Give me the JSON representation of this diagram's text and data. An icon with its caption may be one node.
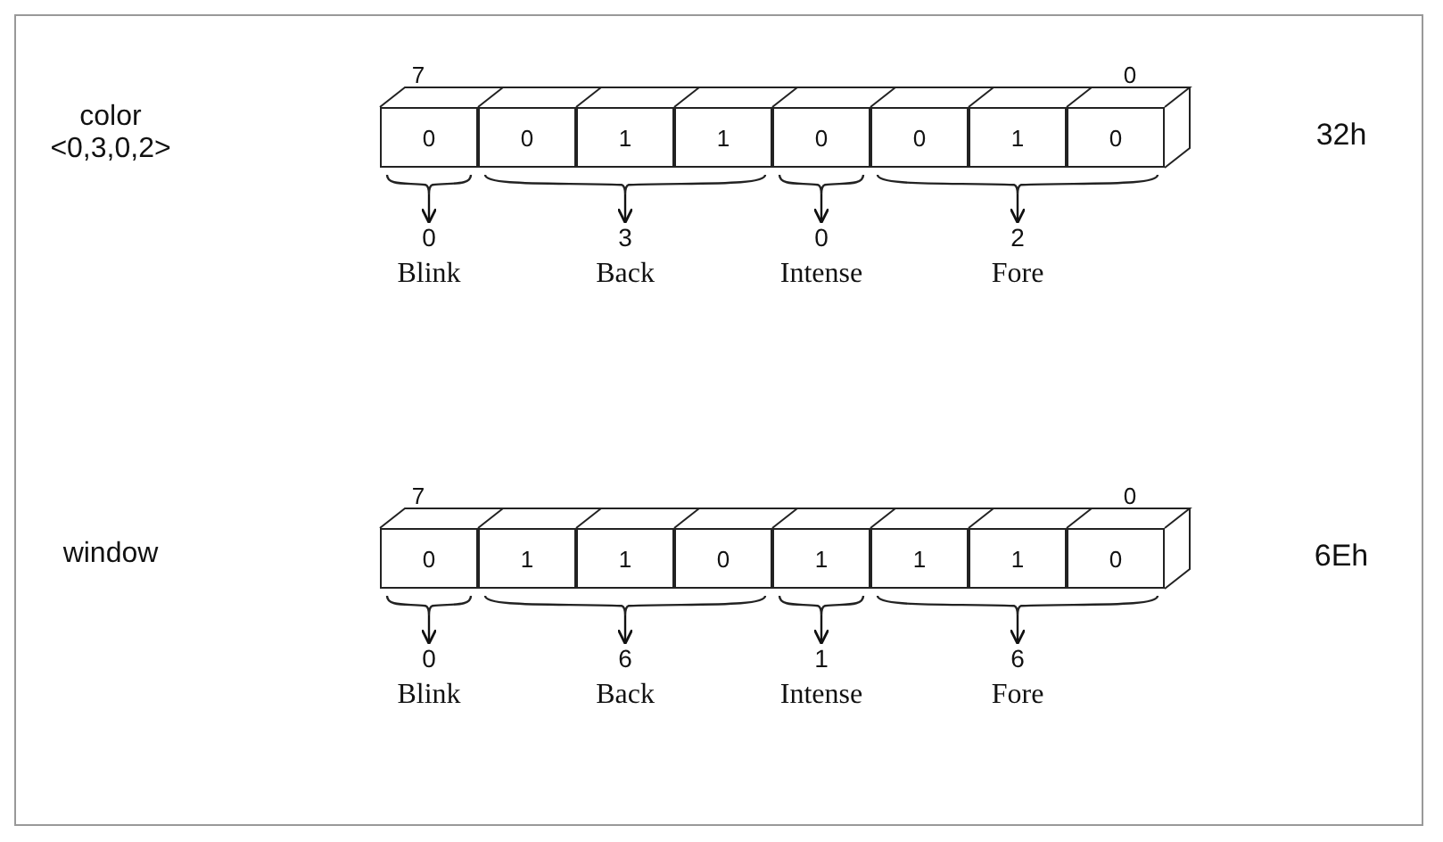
{
  "diagram": {
    "nodes": [
      {
        "text": [
          "0"
        ]
      },
      {
        "text": [
          "0"
        ]
      },
      {
        "text": [
          "1"
        ]
      },
      {
        "text": [
          "1"
        ]
      },
      {
        "text": [
          "0"
        ]
      },
      {
        "text": [
          "0"
        ]
      },
      {
        "text": [
          "1"
        ]
      },
      {
        "text": [
          "0"
        ]
      },
      {
        "text": [],
        "shape": "brace"
      },
      {
        "text": [],
        "shape": "brace"
      },
      {
        "text": [],
        "shape": "brace"
      },
      {
        "text": [],
        "shape": "brace"
      },
      {
        "text": [
          "0"
        ],
        "beside": [
          "Blink"
        ]
      },
      {
        "text": [
          "3"
        ],
        "beside": [
          "Back"
        ]
      },
      {
        "text": [
          "0"
        ],
        "beside": [
          "Intense"
        ]
      },
      {
        "text": [
          "2"
        ],
        "beside": [
          "Fore"
        ]
      },
      {
        "text": [
          "0"
        ]
      },
      {
        "text": [
          "1"
        ]
      },
      {
        "text": [
          "1"
        ]
      },
      {
        "text": [
          "0"
        ]
      },
      {
        "text": [
          "1"
        ]
      },
      {
        "text": [
          "1"
        ]
      },
      {
        "text": [
          "1"
        ]
      },
      {
        "text": [
          "0"
        ]
      },
      {
        "text": [],
        "shape": "brace"
      },
      {
        "text": [],
        "shape": "brace"
      },
      {
        "text": [],
        "shape": "brace"
      },
      {
        "text": [],
        "shape": "brace"
      },
      {
        "text": [
          "0"
        ],
        "beside": [
          "Blink"
        ]
      },
      {
        "text": [
          "6"
        ],
        "beside": [
          "Back"
        ]
      },
      {
        "text": [
          "1"
        ],
        "beside": [
          "Intense"
        ]
      },
      {
        "text": [
          "6"
        ],
        "beside": [
          "Fore"
        ]
      }
    ],
    "edges": [
      {
        "from": 8,
        "to": 12,
        "arrow": "to"
      },
      {
        "from": 9,
        "to": 13,
        "arrow": "to"
      },
      {
        "from": 10,
        "to": 14,
        "arrow": "to"
      },
      {
        "from": 11,
        "to": 15,
        "arrow": "to"
      },
      {
        "from": 24,
        "to": 28,
        "arrow": "to"
      },
      {
        "from": 25,
        "to": 29,
        "arrow": "to"
      },
      {
        "from": 26,
        "to": 30,
        "arrow": "to"
      },
      {
        "from": 27,
        "to": 31,
        "arrow": "to"
      }
    ],
    "labels": [
      "7",
      "0",
      "color <0,3,0,2>",
      "32h",
      "7",
      "0",
      "window",
      "6Eh"
    ]
  }
}
